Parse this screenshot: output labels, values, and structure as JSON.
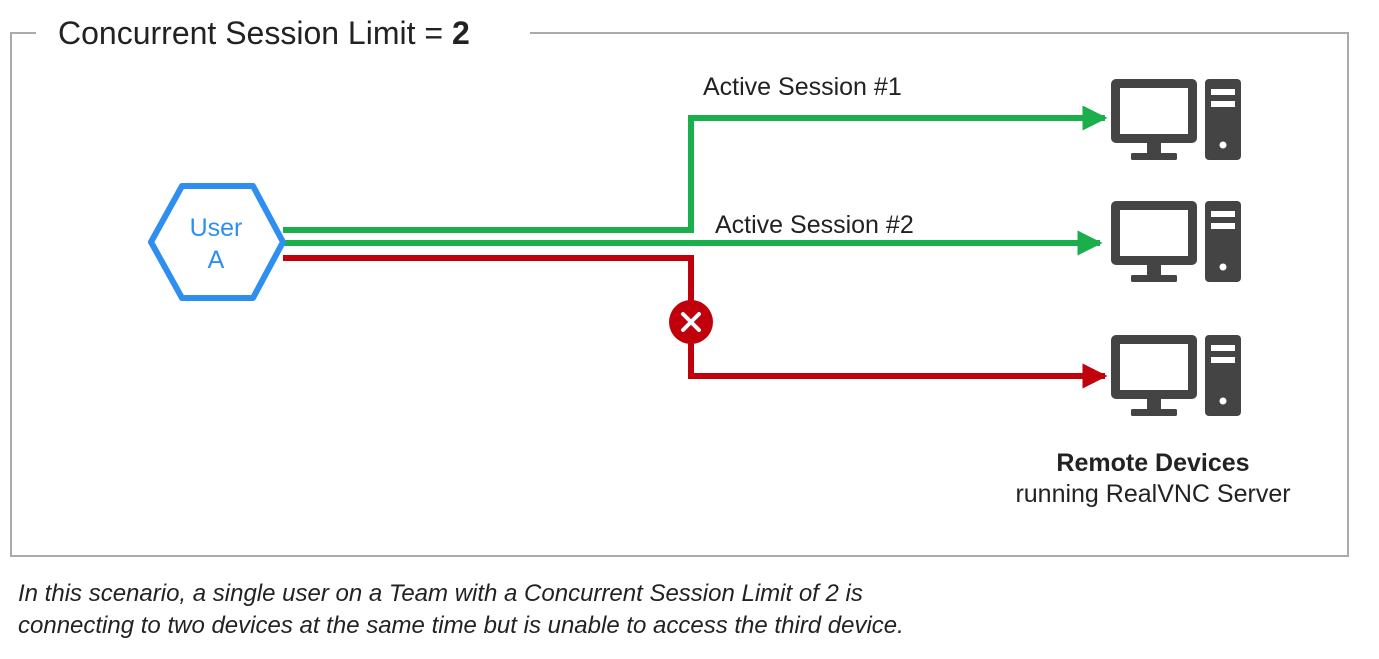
{
  "frame": {
    "title_prefix": "Concurrent Session Limit = ",
    "title_value": "2"
  },
  "user": {
    "line1": "User",
    "line2": "A"
  },
  "sessions": [
    {
      "label": "Active Session #1",
      "status": "allowed"
    },
    {
      "label": "Active Session #2",
      "status": "allowed"
    },
    {
      "label": "",
      "status": "blocked"
    }
  ],
  "devices": {
    "title": "Remote Devices",
    "subtitle": "running RealVNC Server",
    "icon": "desktop-computer-icon"
  },
  "blocked_icon": "x-circle-icon",
  "colors": {
    "allowed": "#1aaf4b",
    "blocked": "#c0000a",
    "user": "#2e8ff0",
    "device": "#444444",
    "frame": "#aaaaaa"
  },
  "caption": {
    "line1": "In this scenario, a single user on a Team with a Concurrent Session Limit of 2 is",
    "line2": "connecting to two devices at the same time but is unable to access the third device."
  }
}
